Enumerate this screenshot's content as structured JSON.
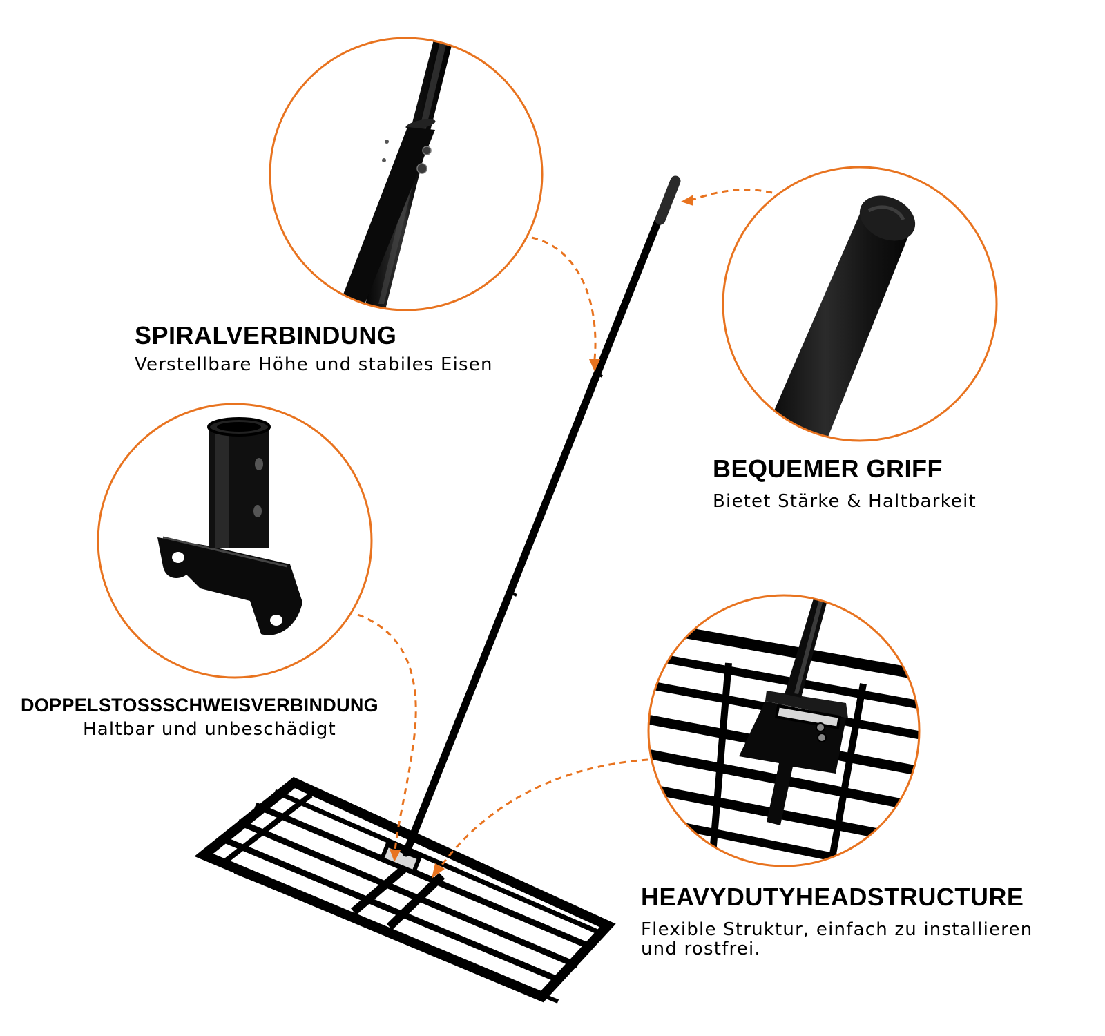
{
  "accent_color": "#e8731f",
  "features": {
    "spiral": {
      "title": "SPIRALVERBINDUNG",
      "subtitle": "Verstellbare Höhe und stabiles Eisen"
    },
    "grip": {
      "title": "BEQUEMER GRIFF",
      "subtitle": "Bietet Stärke & Haltbarkeit"
    },
    "weld": {
      "title": "DOPPELSTOSSSCHWEISVERBINDUNG",
      "subtitle": "Haltbar und unbeschädigt"
    },
    "head": {
      "title": "HEAVYDUTYHEADSTRUCTURE",
      "subtitle_line1": "Flexible Struktur, einfach zu installieren",
      "subtitle_line2": "und rostfrei."
    }
  }
}
